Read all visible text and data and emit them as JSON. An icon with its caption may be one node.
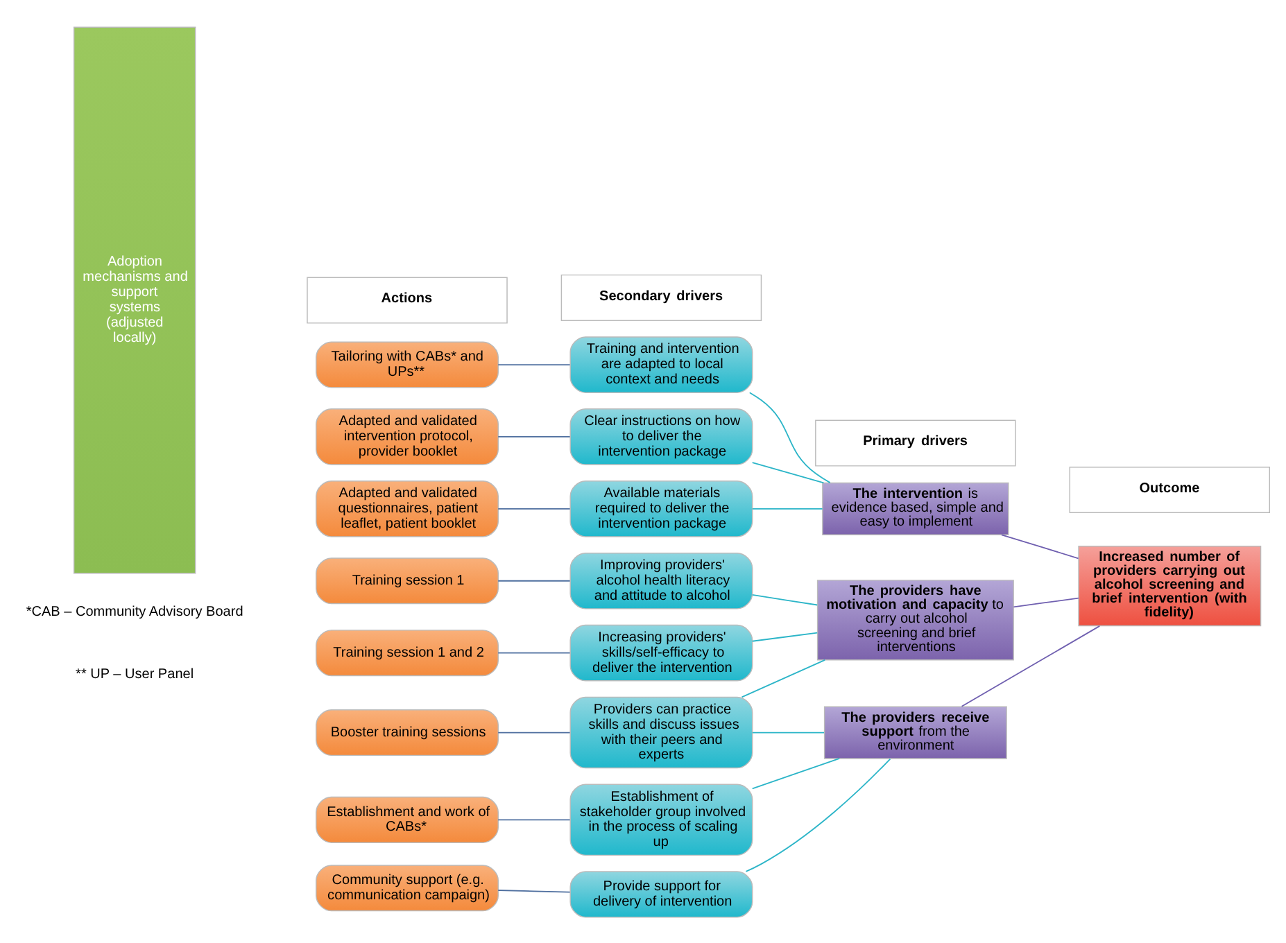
{
  "diagram": {
    "nodes": [
      {
        "text": [
          "Actions"
        ]
      },
      {
        "text": [
          "Secondary drivers"
        ]
      },
      {
        "text": [
          "Primary drivers"
        ]
      },
      {
        "text": [
          "Outcome"
        ]
      },
      {
        "text": [
          "Adoption mechanisms and support systems (adjusted locally)"
        ]
      },
      {
        "text": [
          "Tailoring with CABs* and UPs**"
        ]
      },
      {
        "text": [
          "Adapted and validated intervention protocol, provider booklet"
        ]
      },
      {
        "text": [
          "Adapted and validated questionnaires, patient leaflet, patient booklet"
        ]
      },
      {
        "text": [
          "Training session 1"
        ]
      },
      {
        "text": [
          "Training session 1 and 2"
        ]
      },
      {
        "text": [
          "Booster training sessions"
        ]
      },
      {
        "text": [
          "Establishment and work of CABs*"
        ]
      },
      {
        "text": [
          "Community support (e.g. communication campaign)"
        ]
      },
      {
        "text": [
          "Training and intervention are adapted to local context and needs"
        ]
      },
      {
        "text": [
          "Clear instructions on how to deliver the intervention package"
        ]
      },
      {
        "text": [
          "Available materials required to deliver the intervention package"
        ]
      },
      {
        "text": [
          "Improving providers' alcohol health literacy and attitude to alcohol"
        ]
      },
      {
        "text": [
          "Increasing providers' skills/self-efficacy to deliver the intervention"
        ]
      },
      {
        "text": [
          "Providers can practice skills and discuss issues with their peers and experts"
        ]
      },
      {
        "text": [
          "Establishment of stakeholder group involved in the process of scaling up"
        ]
      },
      {
        "text": [
          "Provide support for delivery of intervention"
        ]
      },
      {
        "text": [
          "**The intervention** is evidence based, simple and easy to implement"
        ]
      },
      {
        "text": [
          "**The providers have motivation and capacity** to carry out alcohol screening and brief interventions"
        ]
      },
      {
        "text": [
          "**The providers receive support** from the environment"
        ]
      },
      {
        "text": [
          "Increased number of providers carrying out alcohol screening and brief intervention (with fidelity)"
        ]
      }
    ],
    "edges": [
      {
        "from": 5,
        "to": 13,
        "arrow": "none",
        "color": "#4f6f9f"
      },
      {
        "from": 6,
        "to": 14,
        "arrow": "none",
        "color": "#4f6f9f"
      },
      {
        "from": 7,
        "to": 15,
        "arrow": "none",
        "color": "#4f6f9f"
      },
      {
        "from": 8,
        "to": 16,
        "arrow": "none",
        "color": "#4f6f9f"
      },
      {
        "from": 9,
        "to": 17,
        "arrow": "none",
        "color": "#4f6f9f"
      },
      {
        "from": 10,
        "to": 18,
        "arrow": "none",
        "color": "#4f6f9f"
      },
      {
        "from": 11,
        "to": 19,
        "arrow": "none",
        "color": "#4f6f9f"
      },
      {
        "from": 12,
        "to": 20,
        "arrow": "none",
        "color": "#4f6f9f"
      },
      {
        "from": 13,
        "to": 21,
        "arrow": "none"
      },
      {
        "from": 14,
        "to": 21,
        "arrow": "none"
      },
      {
        "from": 15,
        "to": 21,
        "arrow": "none"
      },
      {
        "from": 16,
        "to": 22,
        "arrow": "none"
      },
      {
        "from": 17,
        "to": 22,
        "arrow": "none"
      },
      {
        "from": 18,
        "to": 22,
        "arrow": "none"
      },
      {
        "from": 18,
        "to": 23,
        "arrow": "none"
      },
      {
        "from": 19,
        "to": 23,
        "arrow": "none"
      },
      {
        "from": 20,
        "to": 23,
        "arrow": "none"
      },
      {
        "from": 21,
        "to": 24,
        "arrow": "none",
        "color": "#7060b0"
      },
      {
        "from": 22,
        "to": 24,
        "arrow": "none",
        "color": "#7060b0"
      },
      {
        "from": 23,
        "to": 24,
        "arrow": "none",
        "color": "#7060b0"
      }
    ],
    "labels": [
      "*CAB – Community Advisory Board",
      "** UP – User Panel"
    ]
  }
}
